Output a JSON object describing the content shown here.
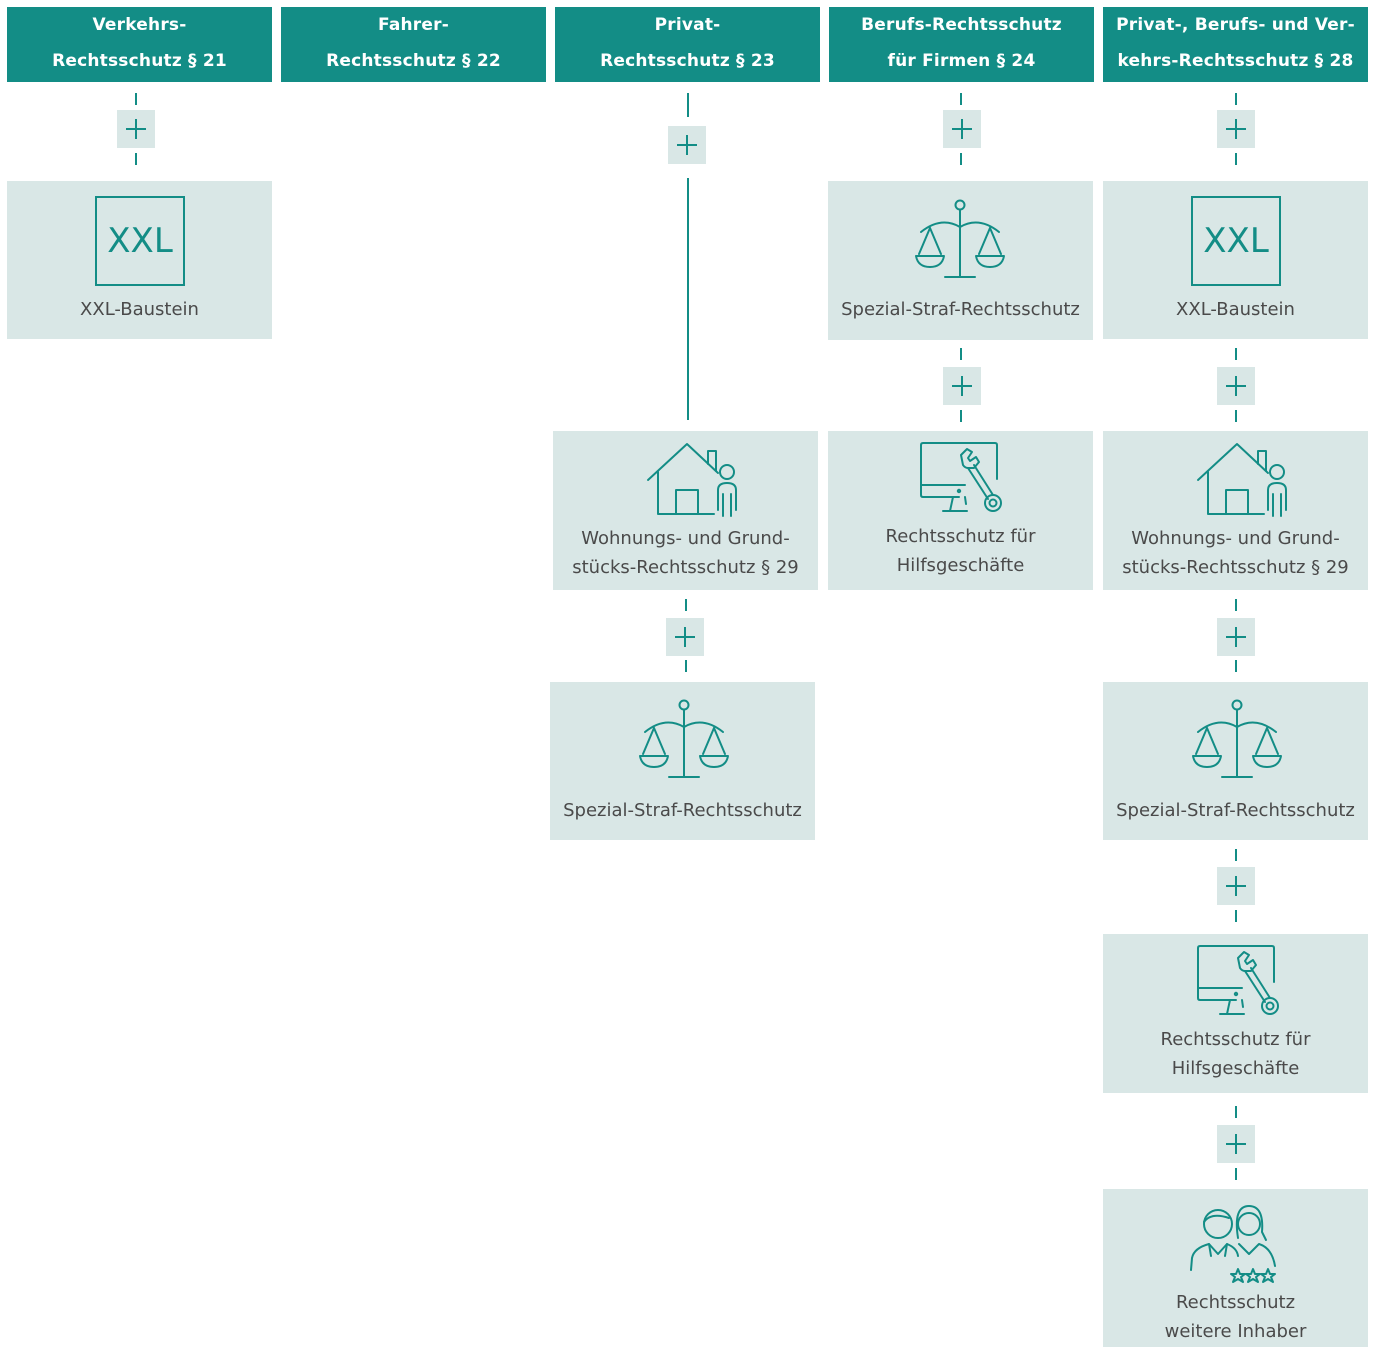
{
  "headers": [
    {
      "line1": "Verkehrs-",
      "line2": "Rechtsschutz § 21"
    },
    {
      "line1": "Fahrer-",
      "line2": "Rechtsschutz § 22"
    },
    {
      "line1": "Privat-",
      "line2": "Rechtsschutz § 23"
    },
    {
      "line1": "Berufs-Rechtsschutz",
      "line2": "für Firmen § 24"
    },
    {
      "line1": "Privat-, Berufs- und Ver-",
      "line2": "kehrs-Rechtsschutz § 28"
    }
  ],
  "modules": {
    "xxl": {
      "icon_text": "XXL",
      "label": "XXL-Baustein",
      "icon": "xxl-icon"
    },
    "wohnung": {
      "line1": "Wohnungs- und Grund-",
      "line2": "stücks-Rechtsschutz § 29",
      "icon": "house-person-icon"
    },
    "straf": {
      "label": "Spezial-Straf-Rechtsschutz",
      "icon": "scales-icon"
    },
    "hilfs": {
      "line1": "Rechtsschutz für",
      "line2": "Hilfsgeschäfte",
      "icon": "monitor-wrench-icon"
    },
    "inhaber": {
      "line1": "Rechtsschutz",
      "line2": "weitere Inhaber",
      "icon": "people-stars-icon"
    }
  },
  "connector_symbol": "plus-icon",
  "colors": {
    "accent": "#138d86",
    "box": "#d9e7e6",
    "text": "#4a4a4a"
  }
}
